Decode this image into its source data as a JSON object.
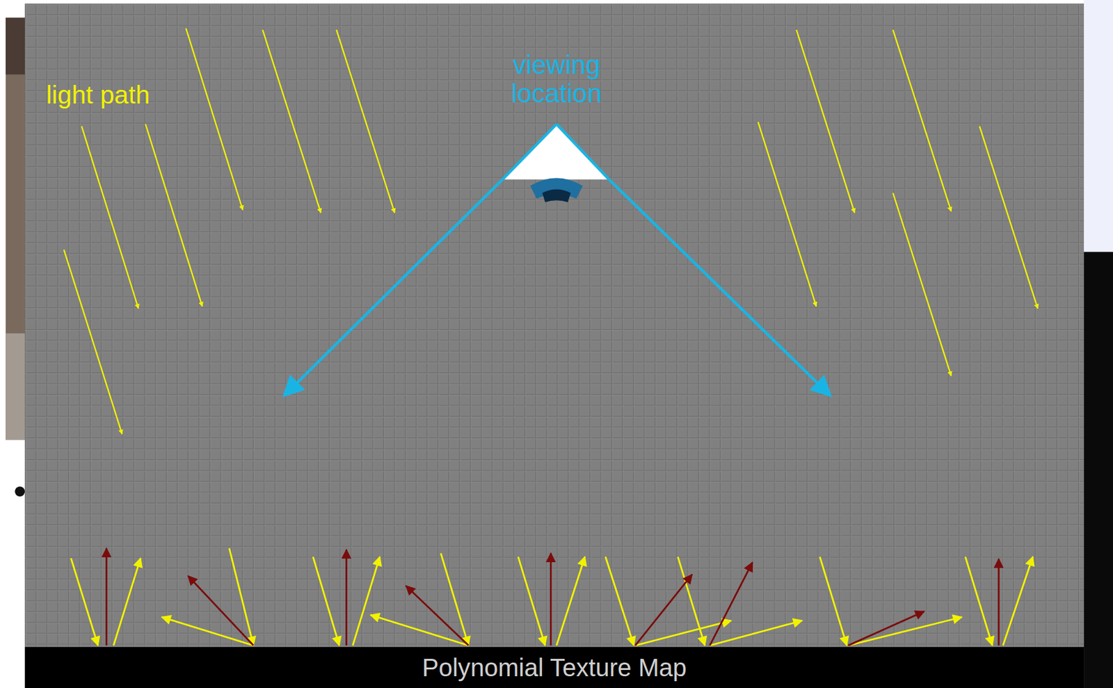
{
  "diagram": {
    "caption": "Polynomial Texture Map",
    "labels": [
      "light path",
      "viewing location"
    ]
  }
}
